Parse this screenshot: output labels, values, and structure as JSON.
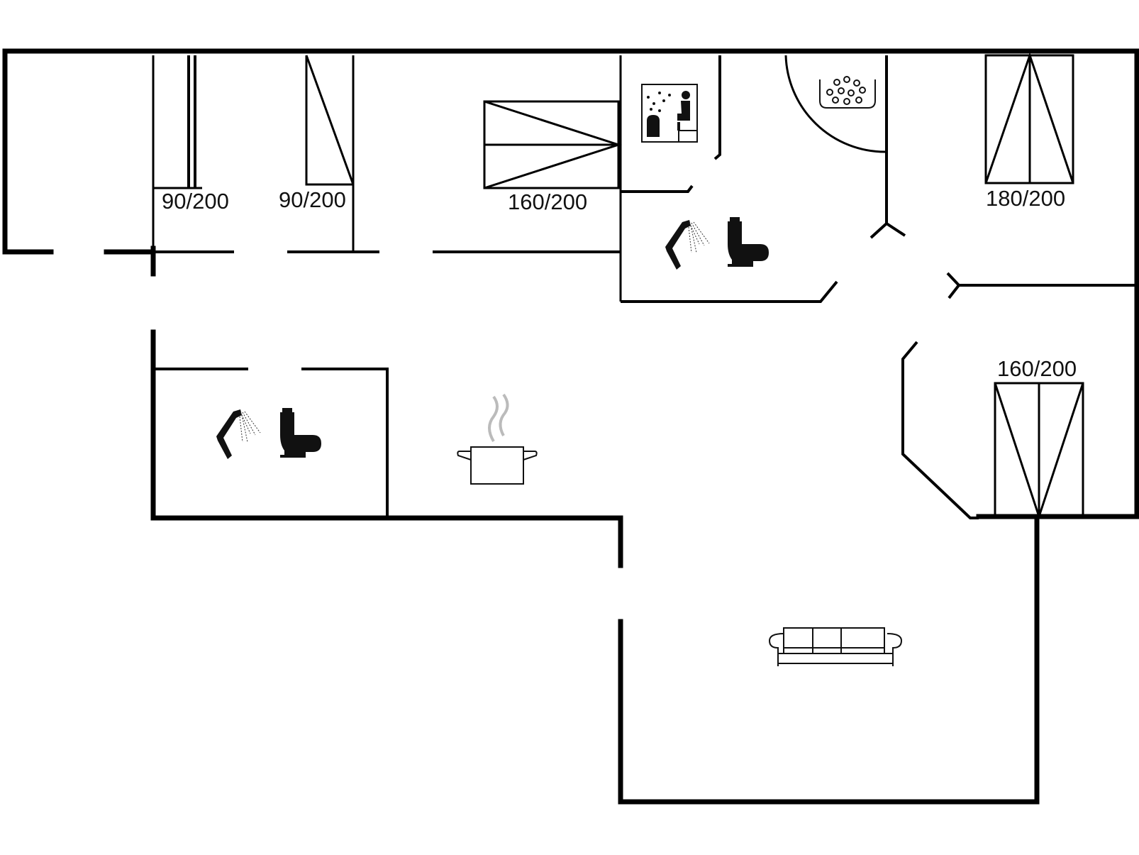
{
  "floor_plan": {
    "beds": [
      {
        "id": "bed-1",
        "label": "90/200"
      },
      {
        "id": "bed-2",
        "label": "90/200"
      },
      {
        "id": "bed-3",
        "label": "160/200"
      },
      {
        "id": "bed-4",
        "label": "180/200"
      },
      {
        "id": "bed-5",
        "label": "160/200"
      }
    ],
    "icons": [
      "sauna-icon",
      "whirlpool-icon",
      "shower-icon",
      "toilet-icon",
      "cooking-pot-icon",
      "sofa-icon"
    ]
  }
}
